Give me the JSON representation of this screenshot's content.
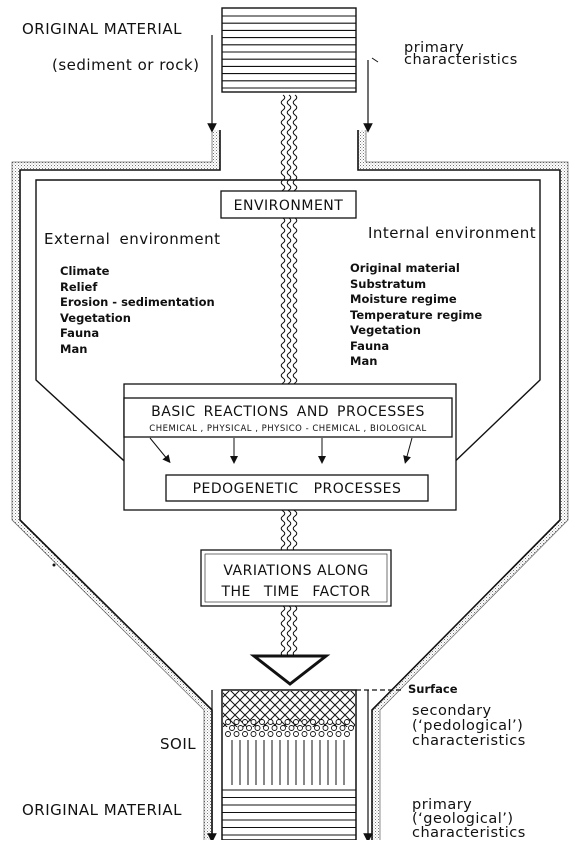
{
  "top": {
    "original_material": "ORIGINAL MATERIAL",
    "original_material_sub": "(sediment or rock)",
    "primary_line1": "primary",
    "primary_line2": "characteristics"
  },
  "environment": {
    "title": "ENVIRONMENT",
    "external_title": "External environment",
    "internal_title": "Internal environment",
    "external_items": [
      "Climate",
      "Relief",
      "Erosion - sedimentation",
      "Vegetation",
      "Fauna",
      "Man"
    ],
    "internal_items": [
      "Original material",
      "Substratum",
      "Moisture regime",
      "Temperature regime",
      "Vegetation",
      "Fauna",
      "Man"
    ]
  },
  "processes": {
    "basic_title": "BASIC REACTIONS AND PROCESSES",
    "basic_sub": "CHEMICAL , PHYSICAL , PHYSICO - CHEMICAL , BIOLOGICAL",
    "pedogenetic": "PEDOGENETIC PROCESSES"
  },
  "time": {
    "line1": "VARIATIONS ALONG",
    "line2": "THE TIME FACTOR"
  },
  "bottom": {
    "surface": "Surface",
    "soil": "SOIL",
    "secondary_line1": "secondary",
    "secondary_line2": "(‘pedological’)",
    "secondary_line3": "characteristics",
    "original_material": "ORIGINAL MATERIAL",
    "primary_line1": "primary",
    "primary_line2": "(‘geological’)",
    "primary_line3": "characteristics"
  },
  "colors": {
    "ink": "#111111",
    "stipple": "#9a9a9a",
    "background": "#ffffff"
  }
}
